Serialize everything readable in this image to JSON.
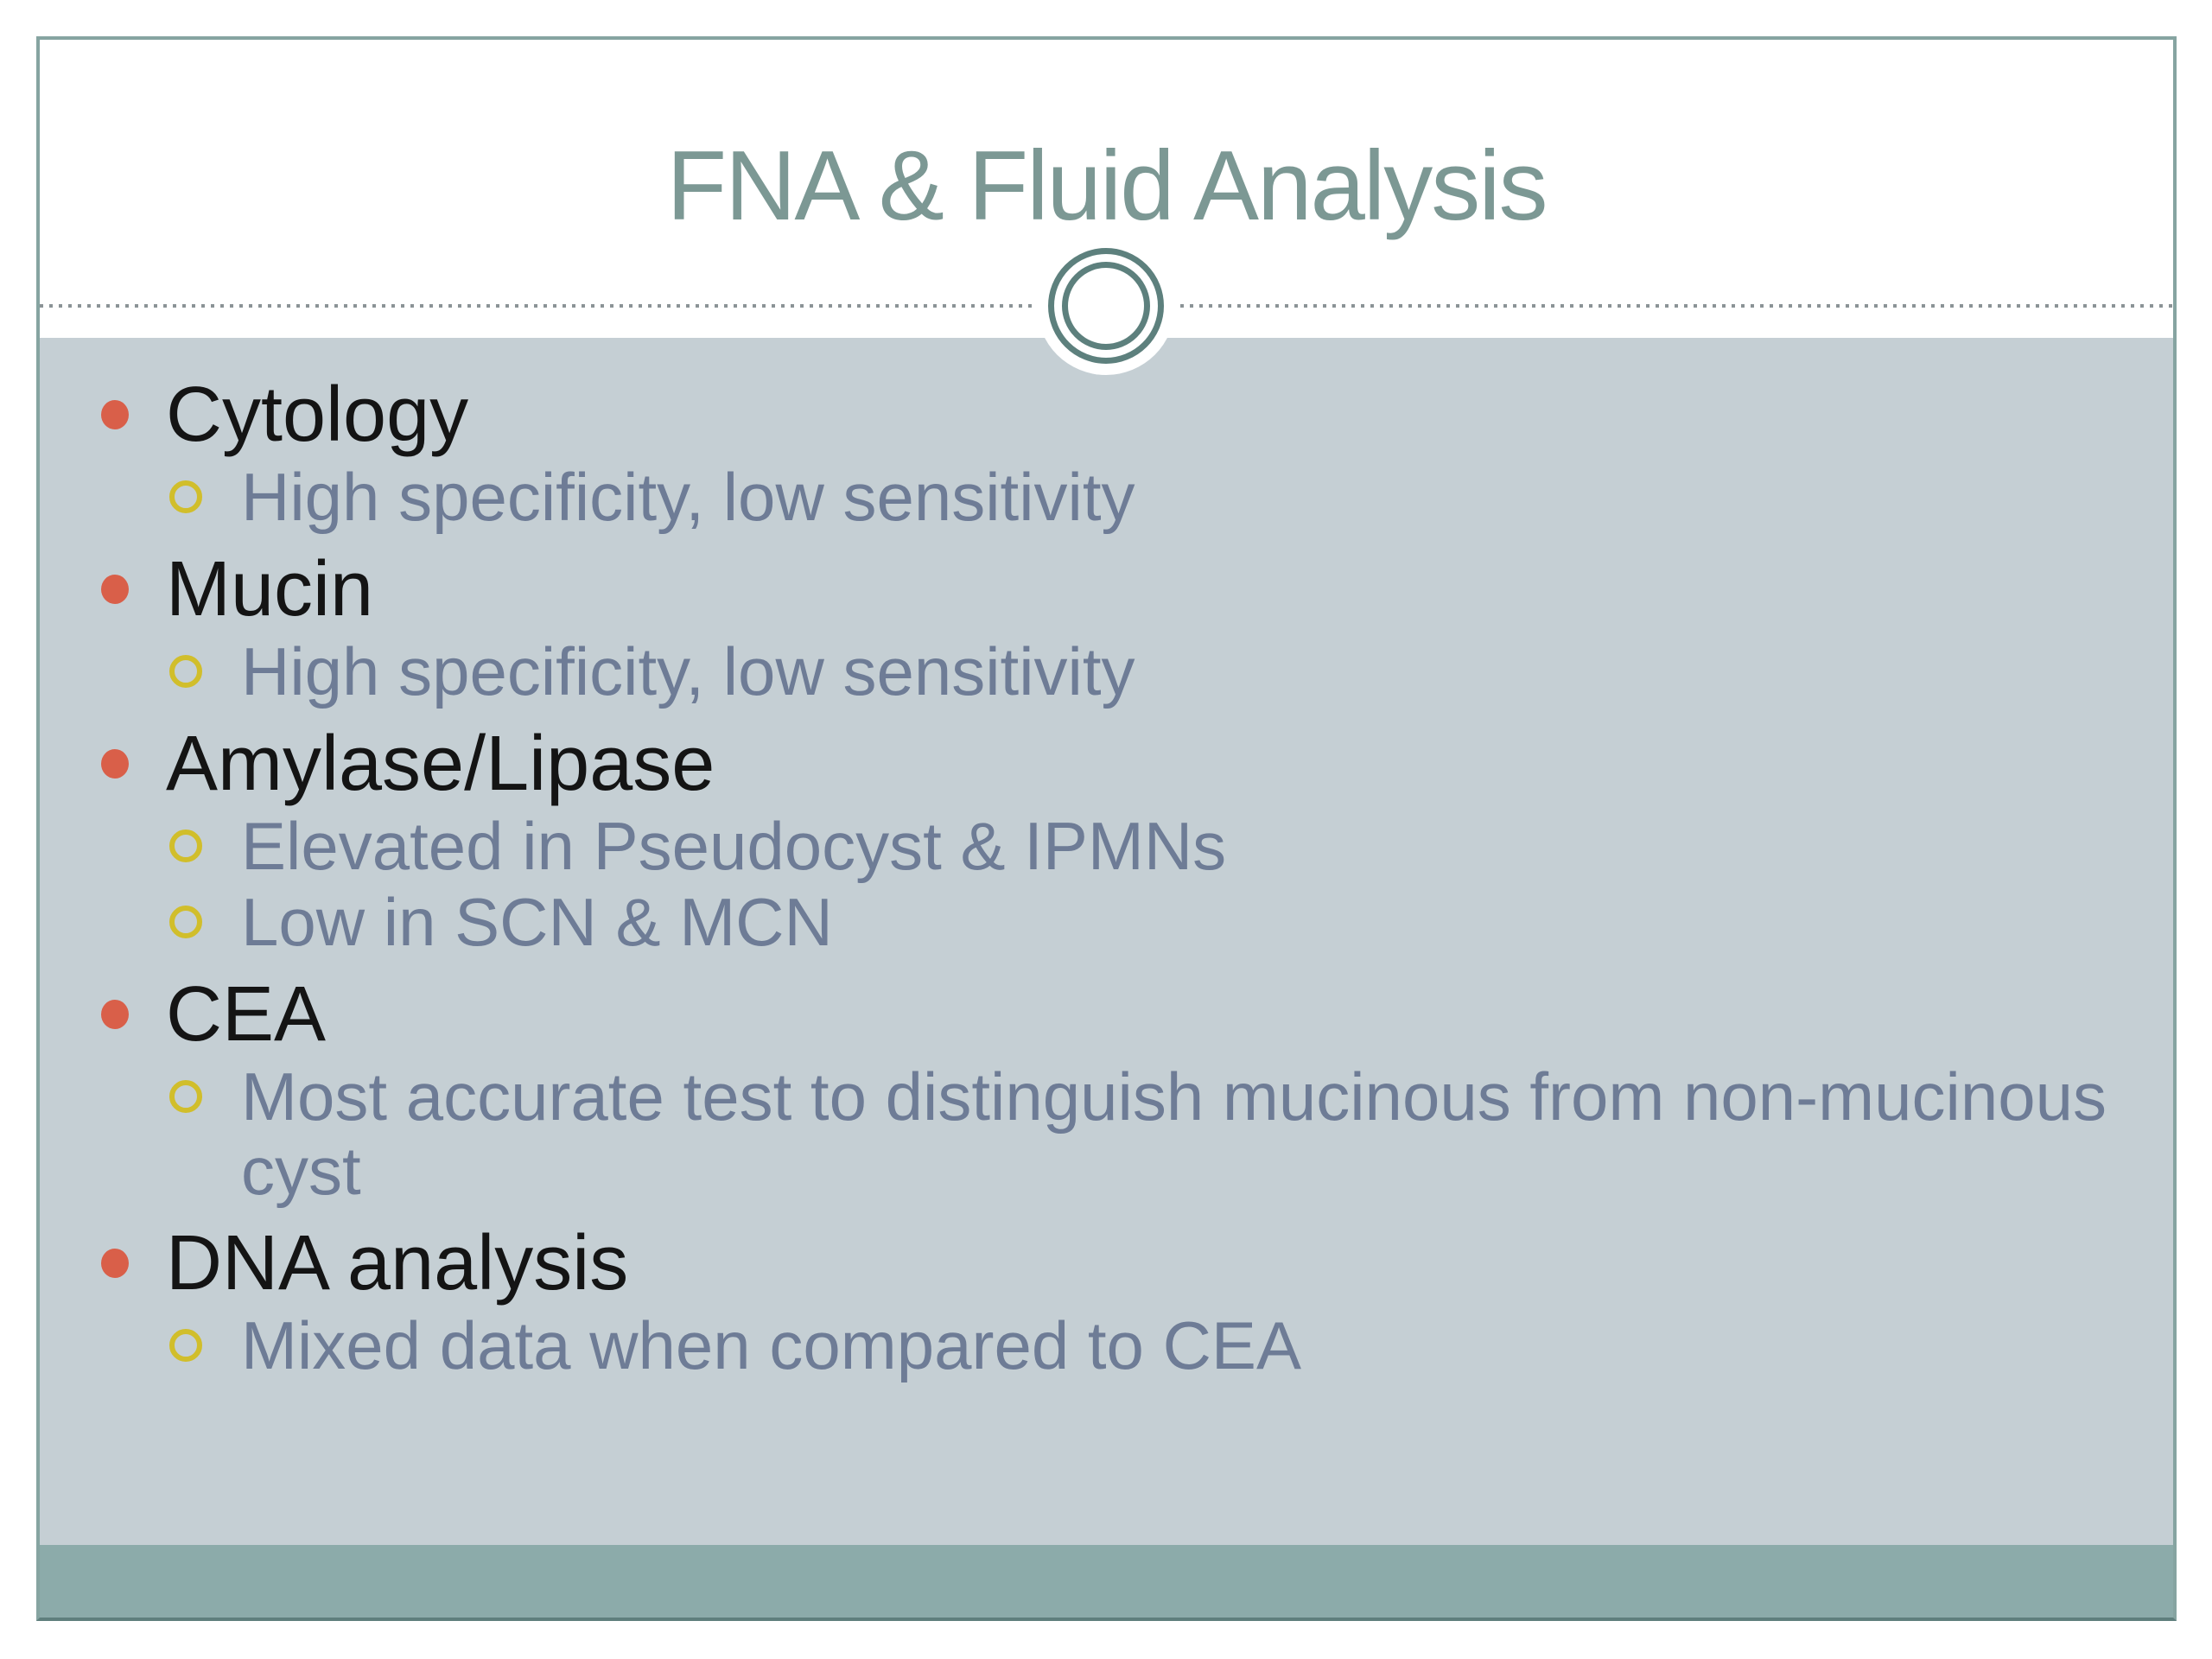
{
  "slide": {
    "title": "FNA & Fluid Analysis",
    "bullets": [
      {
        "label": "Cytology",
        "subs": [
          "High specificity, low sensitivity"
        ]
      },
      {
        "label": "Mucin",
        "subs": [
          "High specificity, low sensitivity"
        ]
      },
      {
        "label": "Amylase/Lipase",
        "subs": [
          "Elevated in Pseudocyst & IPMNs",
          "Low in SCN & MCN"
        ]
      },
      {
        "label": "CEA",
        "subs": [
          "Most accurate test to distinguish mucinous from non-mucinous\ncyst"
        ]
      },
      {
        "label": "DNA analysis",
        "subs": [
          "Mixed data when compared to CEA"
        ]
      }
    ],
    "colors": {
      "title-text": "#7c9894",
      "body-bg": "#c5cfd4",
      "footer-band": "#8cabaa",
      "slide-border": "#86a4a1",
      "slide-border-bottom": "#5f7f7d",
      "bullet-dot": "#d95f49",
      "sub-bullet-ring": "#d1be2b",
      "sub-text": "#6e7c96",
      "main-text": "#141414",
      "divider-dot": "#8b9396",
      "ornament-ring": "#5d807d"
    }
  }
}
